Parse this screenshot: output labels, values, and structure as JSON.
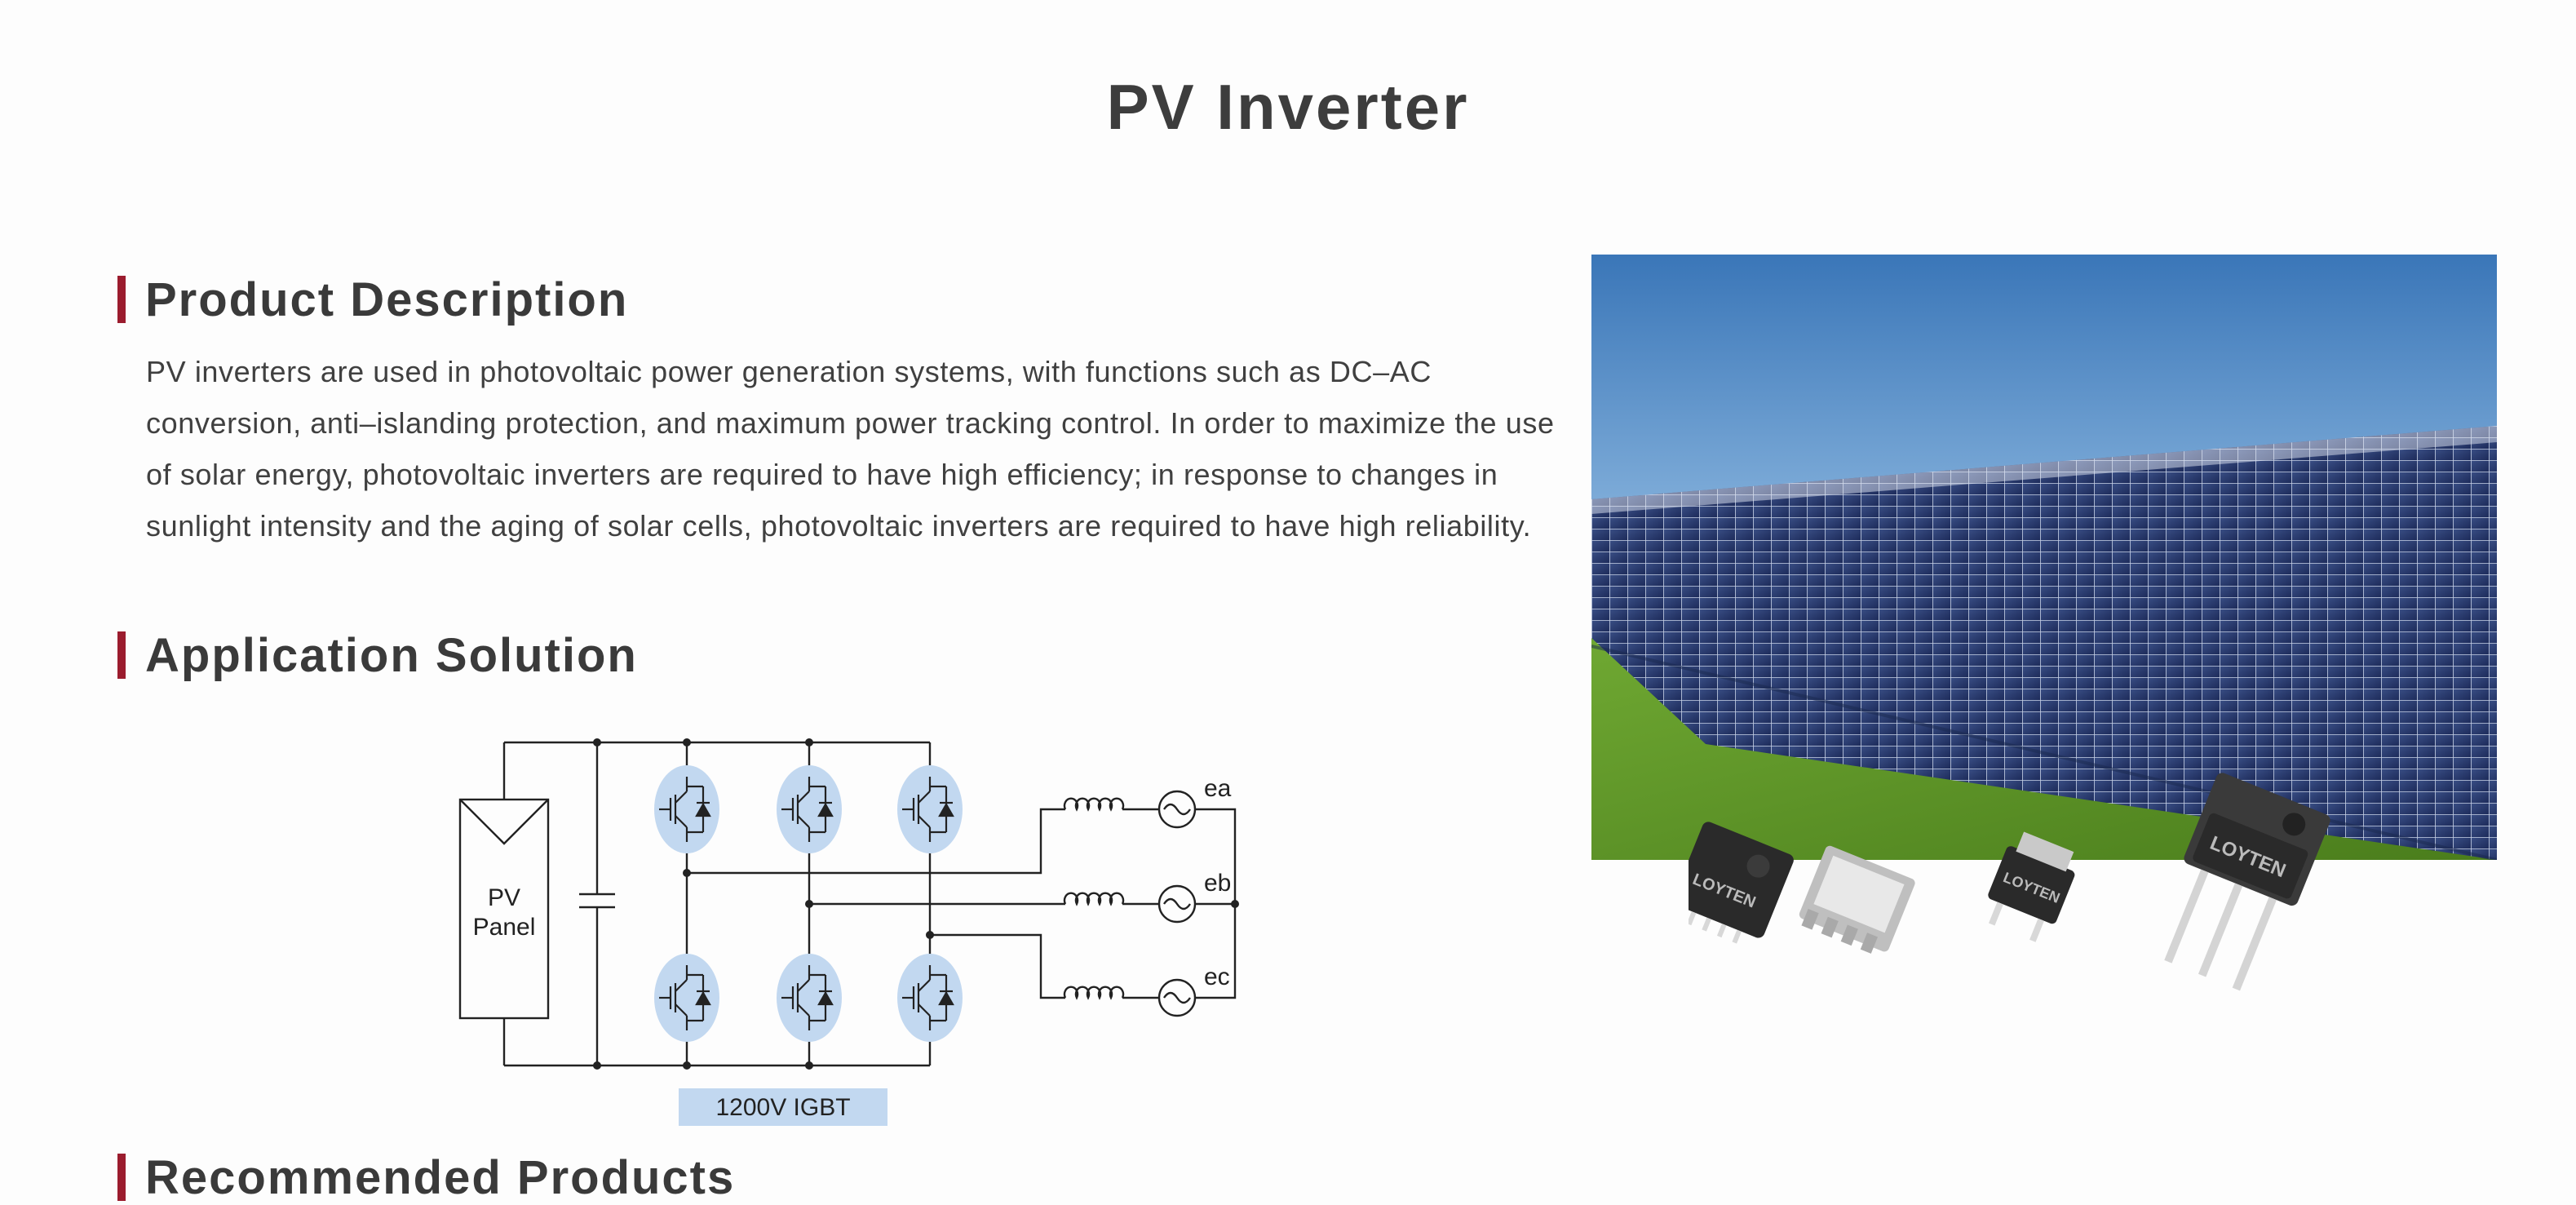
{
  "page": {
    "title": "PV Inverter"
  },
  "sections": {
    "description": {
      "heading": "Product Description"
    },
    "application": {
      "heading": "Application Solution"
    },
    "recommended": {
      "heading": "Recommended Products"
    }
  },
  "description_text": "PV inverters are used in photovoltaic power generation systems, with functions such as DC–AC conversion, anti–islanding protection, and maximum power tracking control. In order to maximize the use of solar energy, photovoltaic inverters are required to have high efficiency; in response to changes in sunlight intensity and the aging of solar cells, photovoltaic inverters are required to have high reliability.",
  "circuit": {
    "panel_line1": "PV",
    "panel_line2": "Panel",
    "phase_a": "ea",
    "phase_b": "eb",
    "phase_c": "ec",
    "igbt_label": "1200V  IGBT"
  },
  "product_images": {
    "package_brand": "LOYTEN"
  },
  "colors": {
    "accent": "#9b1c2e",
    "highlight": "#c2d8f0",
    "text": "#3a3a3a"
  }
}
